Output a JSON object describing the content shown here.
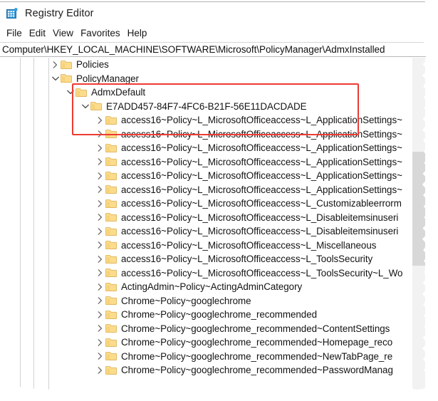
{
  "window": {
    "title": "Registry Editor",
    "icon": "registry-editor-icon"
  },
  "menubar": {
    "items": [
      {
        "label": "File"
      },
      {
        "label": "Edit"
      },
      {
        "label": "View"
      },
      {
        "label": "Favorites"
      },
      {
        "label": "Help"
      }
    ]
  },
  "address": {
    "path": "Computer\\HKEY_LOCAL_MACHINE\\SOFTWARE\\Microsoft\\PolicyManager\\AdmxInstalled"
  },
  "tree": {
    "rows": [
      {
        "label": "Policies",
        "indent": 4,
        "state": "collapsed"
      },
      {
        "label": "PolicyManager",
        "indent": 4,
        "state": "expanded"
      },
      {
        "label": "AdmxDefault",
        "indent": 5,
        "state": "expanded"
      },
      {
        "label": "E7ADD457-84F7-4FC6-B21F-56E11DACDADE",
        "indent": 6,
        "state": "expanded"
      },
      {
        "label": "access16~Policy~L_MicrosoftOfficeaccess~L_ApplicationSettings~",
        "indent": 7,
        "state": "collapsed"
      },
      {
        "label": "access16~Policy~L_MicrosoftOfficeaccess~L_ApplicationSettings~",
        "indent": 7,
        "state": "collapsed"
      },
      {
        "label": "access16~Policy~L_MicrosoftOfficeaccess~L_ApplicationSettings~",
        "indent": 7,
        "state": "collapsed"
      },
      {
        "label": "access16~Policy~L_MicrosoftOfficeaccess~L_ApplicationSettings~",
        "indent": 7,
        "state": "collapsed"
      },
      {
        "label": "access16~Policy~L_MicrosoftOfficeaccess~L_ApplicationSettings~",
        "indent": 7,
        "state": "collapsed"
      },
      {
        "label": "access16~Policy~L_MicrosoftOfficeaccess~L_ApplicationSettings~",
        "indent": 7,
        "state": "collapsed"
      },
      {
        "label": "access16~Policy~L_MicrosoftOfficeaccess~L_Customizableerrorm",
        "indent": 7,
        "state": "collapsed"
      },
      {
        "label": "access16~Policy~L_MicrosoftOfficeaccess~L_Disableitemsinuseri",
        "indent": 7,
        "state": "collapsed"
      },
      {
        "label": "access16~Policy~L_MicrosoftOfficeaccess~L_Disableitemsinuseri",
        "indent": 7,
        "state": "collapsed"
      },
      {
        "label": "access16~Policy~L_MicrosoftOfficeaccess~L_Miscellaneous",
        "indent": 7,
        "state": "collapsed"
      },
      {
        "label": "access16~Policy~L_MicrosoftOfficeaccess~L_ToolsSecurity",
        "indent": 7,
        "state": "collapsed"
      },
      {
        "label": "access16~Policy~L_MicrosoftOfficeaccess~L_ToolsSecurity~L_Wo",
        "indent": 7,
        "state": "collapsed"
      },
      {
        "label": "ActingAdmin~Policy~ActingAdminCategory",
        "indent": 7,
        "state": "collapsed"
      },
      {
        "label": "Chrome~Policy~googlechrome",
        "indent": 7,
        "state": "collapsed"
      },
      {
        "label": "Chrome~Policy~googlechrome_recommended",
        "indent": 7,
        "state": "collapsed"
      },
      {
        "label": "Chrome~Policy~googlechrome_recommended~ContentSettings",
        "indent": 7,
        "state": "collapsed"
      },
      {
        "label": "Chrome~Policy~googlechrome_recommended~Homepage_reco",
        "indent": 7,
        "state": "collapsed"
      },
      {
        "label": "Chrome~Policy~googlechrome_recommended~NewTabPage_re",
        "indent": 7,
        "state": "collapsed"
      },
      {
        "label": "Chrome~Policy~googlechrome_recommended~PasswordManag",
        "indent": 7,
        "state": "collapsed"
      }
    ]
  },
  "annotation": {
    "highlight_color": "#ee3b33"
  },
  "colors": {
    "folder": "#fbdc8d",
    "folder_edge": "#e3bc63",
    "app_icon": "#1c86c8",
    "text": "#131313"
  }
}
